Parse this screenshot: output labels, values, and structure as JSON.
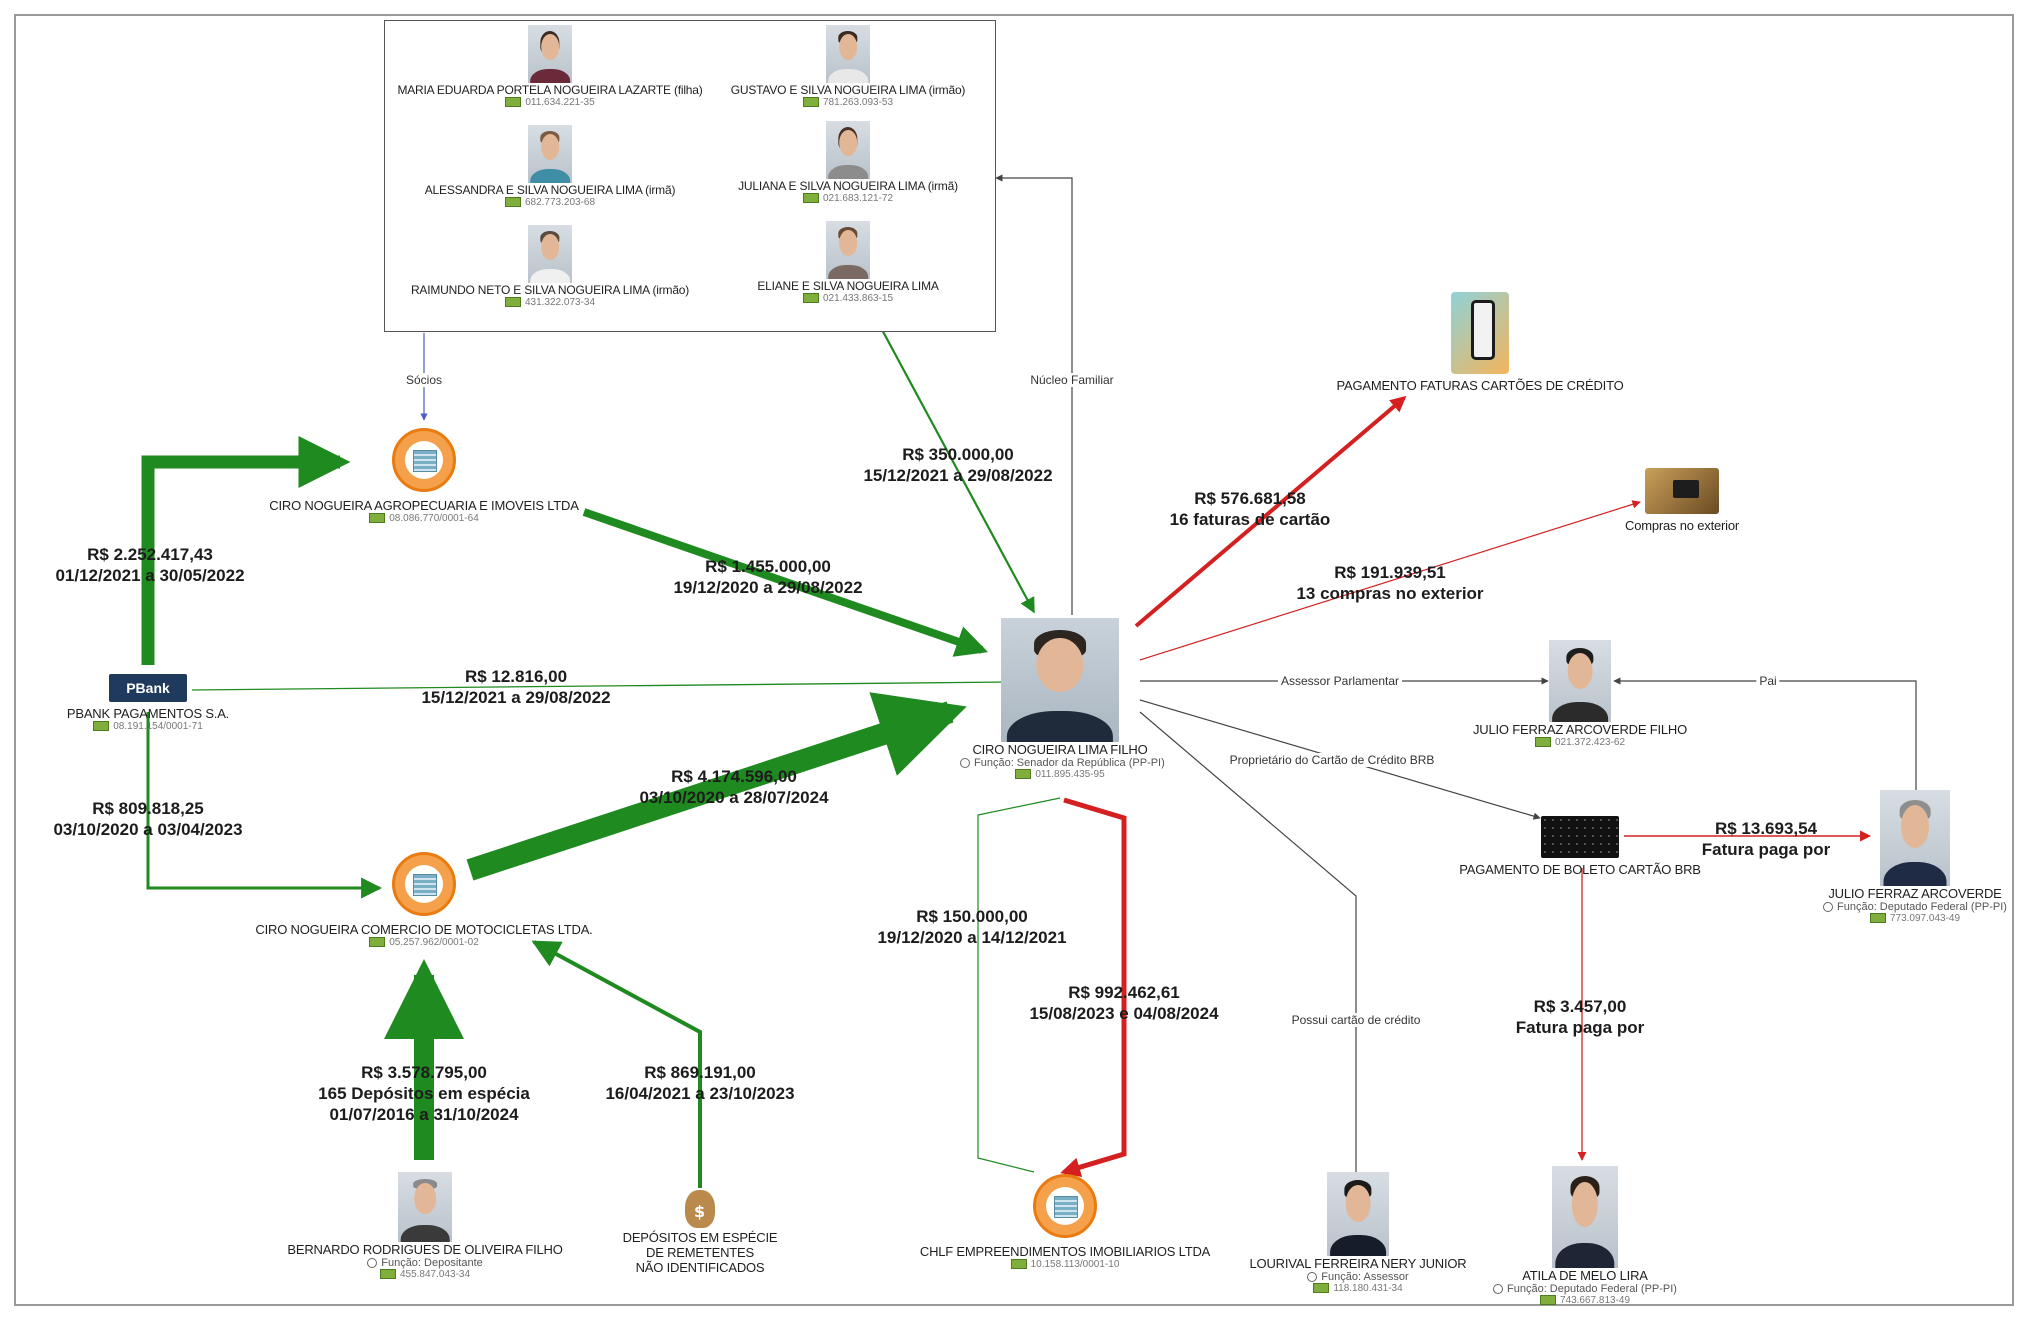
{
  "center": {
    "name": "CIRO NOGUEIRA LIMA FILHO",
    "role": "Função: Senador da República (PP-PI)",
    "id": "011.895.435-95"
  },
  "family": {
    "members": [
      {
        "name": "MARIA EDUARDA PORTELA NOGUEIRA LAZARTE (filha)",
        "id": "011.634.221-35"
      },
      {
        "name": "GUSTAVO E SILVA NOGUEIRA LIMA (irmão)",
        "id": "781.263.093-53"
      },
      {
        "name": "ALESSANDRA E SILVA NOGUEIRA LIMA (irmã)",
        "id": "682.773.203-68"
      },
      {
        "name": "JULIANA E SILVA NOGUEIRA LIMA (irmã)",
        "id": "021.683.121-72"
      },
      {
        "name": "RAIMUNDO NETO E SILVA NOGUEIRA LIMA (irmão)",
        "id": "431.322.073-34"
      },
      {
        "name": "ELIANE E SILVA NOGUEIRA LIMA",
        "id": "021.433.863-15"
      }
    ]
  },
  "nodes": {
    "agropecuaria": {
      "name": "CIRO NOGUEIRA AGROPECUARIA E IMOVEIS LTDA",
      "id": "08.086.770/0001-64"
    },
    "pbank": {
      "logo": "PBank",
      "name": "PBANK PAGAMENTOS S.A.",
      "id": "08.191.154/0001-71"
    },
    "motocicletas": {
      "name": "CIRO NOGUEIRA COMERCIO DE MOTOCICLETAS LTDA.",
      "id": "05.257.962/0001-02"
    },
    "bernardo": {
      "name": "BERNARDO RODRIGUES DE OLIVEIRA FILHO",
      "role": "Função: Depositante",
      "id": "455.847.043-34"
    },
    "depositos": {
      "name_l1": "DEPÓSITOS EM ESPÉCIE",
      "name_l2": "DE REMETENTES",
      "name_l3": "NÃO IDENTIFICADOS"
    },
    "chlf": {
      "name": "CHLF EMPREENDIMENTOS IMOBILIARIOS LTDA",
      "id": "10.158.113/0001-10"
    },
    "pagamento_faturas": {
      "name": "PAGAMENTO FATURAS CARTÕES DE CRÉDITO"
    },
    "compras_exterior": {
      "name": "Compras no exterior"
    },
    "julio_filho": {
      "name": "JULIO FERRAZ ARCOVERDE FILHO",
      "id": "021.372.423-62"
    },
    "boleto": {
      "name": "PAGAMENTO DE BOLETO CARTÃO BRB"
    },
    "julio_pai": {
      "name": "JULIO FERRAZ ARCOVERDE",
      "role": "Função: Deputado Federal (PP-PI)",
      "id": "773.097.043-49"
    },
    "lourival": {
      "name": "LOURIVAL FERREIRA NERY JUNIOR",
      "role": "Função: Assessor",
      "id": "118.180.431-34"
    },
    "atila": {
      "name": "ATILA DE MELO LIRA",
      "role": "Função: Deputado Federal (PP-PI)",
      "id": "743.667.813-49"
    }
  },
  "relations": {
    "socios": "Sócios",
    "nucleo_familiar": "Núcleo Familiar",
    "assessor": "Assessor Parlamentar",
    "pai": "Pai",
    "proprietario": "Proprietário do Cartão de Crédito BRB",
    "possui_cartao": "Possui cartão de crédito"
  },
  "flows": {
    "family_to_center": {
      "amount": "R$ 350.000,00",
      "period": "15/12/2021 a 29/08/2022"
    },
    "pbank_to_agro": {
      "amount": "R$ 2.252.417,43",
      "period": "01/12/2021 a 30/05/2022"
    },
    "agro_to_center": {
      "amount": "R$ 1.455.000,00",
      "period": "19/12/2020 a 29/08/2022"
    },
    "pbank_to_center": {
      "amount": "R$ 12.816,00",
      "period": "15/12/2021 a 29/08/2022"
    },
    "pbank_to_moto": {
      "amount": "R$ 809.818,25",
      "period": "03/10/2020 a 03/04/2023"
    },
    "moto_to_center": {
      "amount": "R$ 4.174.596,00",
      "period": "03/10/2020 a 28/07/2024"
    },
    "bernardo_to_moto": {
      "amount": "R$ 3.578.795,00",
      "detail": "165 Depósitos em espécia",
      "period": "01/07/2016 a 31/10/2024"
    },
    "depositos_to_moto": {
      "amount": "R$ 869.191,00",
      "period": "16/04/2021 a 23/10/2023"
    },
    "chlf_to_center": {
      "amount": "R$ 150.000,00",
      "period": "19/12/2020 a 14/12/2021"
    },
    "center_to_chlf": {
      "amount": "R$ 992.462,61",
      "period": "15/08/2023 e 04/08/2024"
    },
    "center_to_faturas": {
      "amount": "R$ 576.681,58",
      "detail": "16 faturas de cartão"
    },
    "center_to_exterior": {
      "amount": "R$ 191.939,51",
      "detail": "13 compras no exterior"
    },
    "boleto_to_pai": {
      "amount": "R$ 13.693,54",
      "detail": "Fatura paga por"
    },
    "boleto_to_atila": {
      "amount": "R$ 3.457,00",
      "detail": "Fatura paga por"
    }
  },
  "colors": {
    "inflow": "#1f8a1f",
    "outflow": "#d42020",
    "relation": "#444444",
    "socios": "#4a5fc1"
  }
}
